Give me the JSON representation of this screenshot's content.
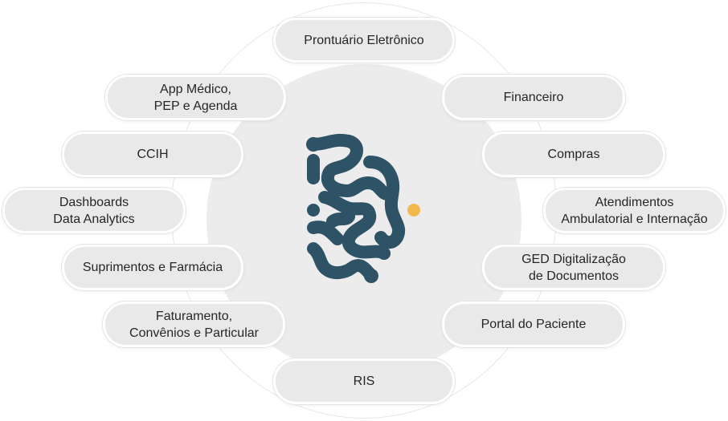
{
  "modules": [
    {
      "id": "prontuario",
      "label": "Prontuário Eletrônico"
    },
    {
      "id": "app-medico",
      "label": "App Médico,\nPEP e Agenda"
    },
    {
      "id": "financeiro",
      "label": "Financeiro"
    },
    {
      "id": "ccih",
      "label": "CCIH"
    },
    {
      "id": "compras",
      "label": "Compras"
    },
    {
      "id": "dashboards",
      "label": "Dashboards\nData Analytics"
    },
    {
      "id": "atendimentos",
      "label": "Atendimentos\nAmbulatorial e Internação"
    },
    {
      "id": "suprimentos",
      "label": "Suprimentos e Farmácia"
    },
    {
      "id": "ged",
      "label": "GED Digitalização\nde Documentos"
    },
    {
      "id": "faturamento",
      "label": "Faturamento,\nConvênios e Particular"
    },
    {
      "id": "portal",
      "label": "Portal do Paciente"
    },
    {
      "id": "ris",
      "label": "RIS"
    }
  ],
  "colors": {
    "logo_primary": "#2e5366",
    "logo_accent": "#f2b84b",
    "pill_background": "#e9e9e9",
    "disc_background": "#ececec"
  },
  "logo": {
    "icon": "molecular-network-logo"
  }
}
